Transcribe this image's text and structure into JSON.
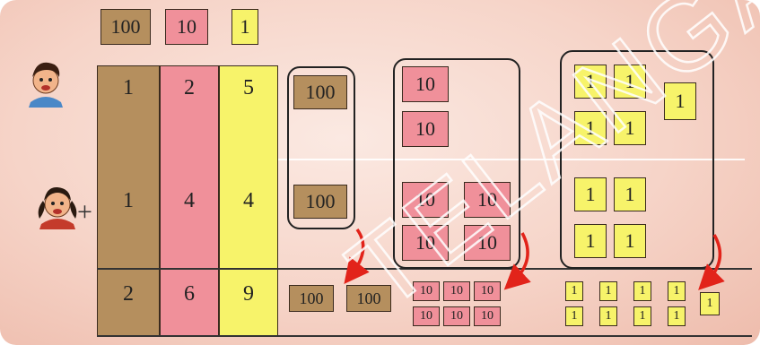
{
  "legend": {
    "hundred": "100",
    "ten": "10",
    "one": "1"
  },
  "plus_sign": "+",
  "table": {
    "row1": {
      "h": "1",
      "t": "2",
      "o": "5"
    },
    "row2": {
      "h": "1",
      "t": "4",
      "o": "4"
    },
    "sum": {
      "h": "2",
      "t": "6",
      "o": "9"
    }
  },
  "block_labels": {
    "hundred": "100",
    "ten": "10",
    "one": "1"
  },
  "watermark": "TELANGANA",
  "colors": {
    "hundred": "#b58f5e",
    "ten": "#f0909a",
    "one": "#f7f36a",
    "arrow": "#e2231a"
  }
}
